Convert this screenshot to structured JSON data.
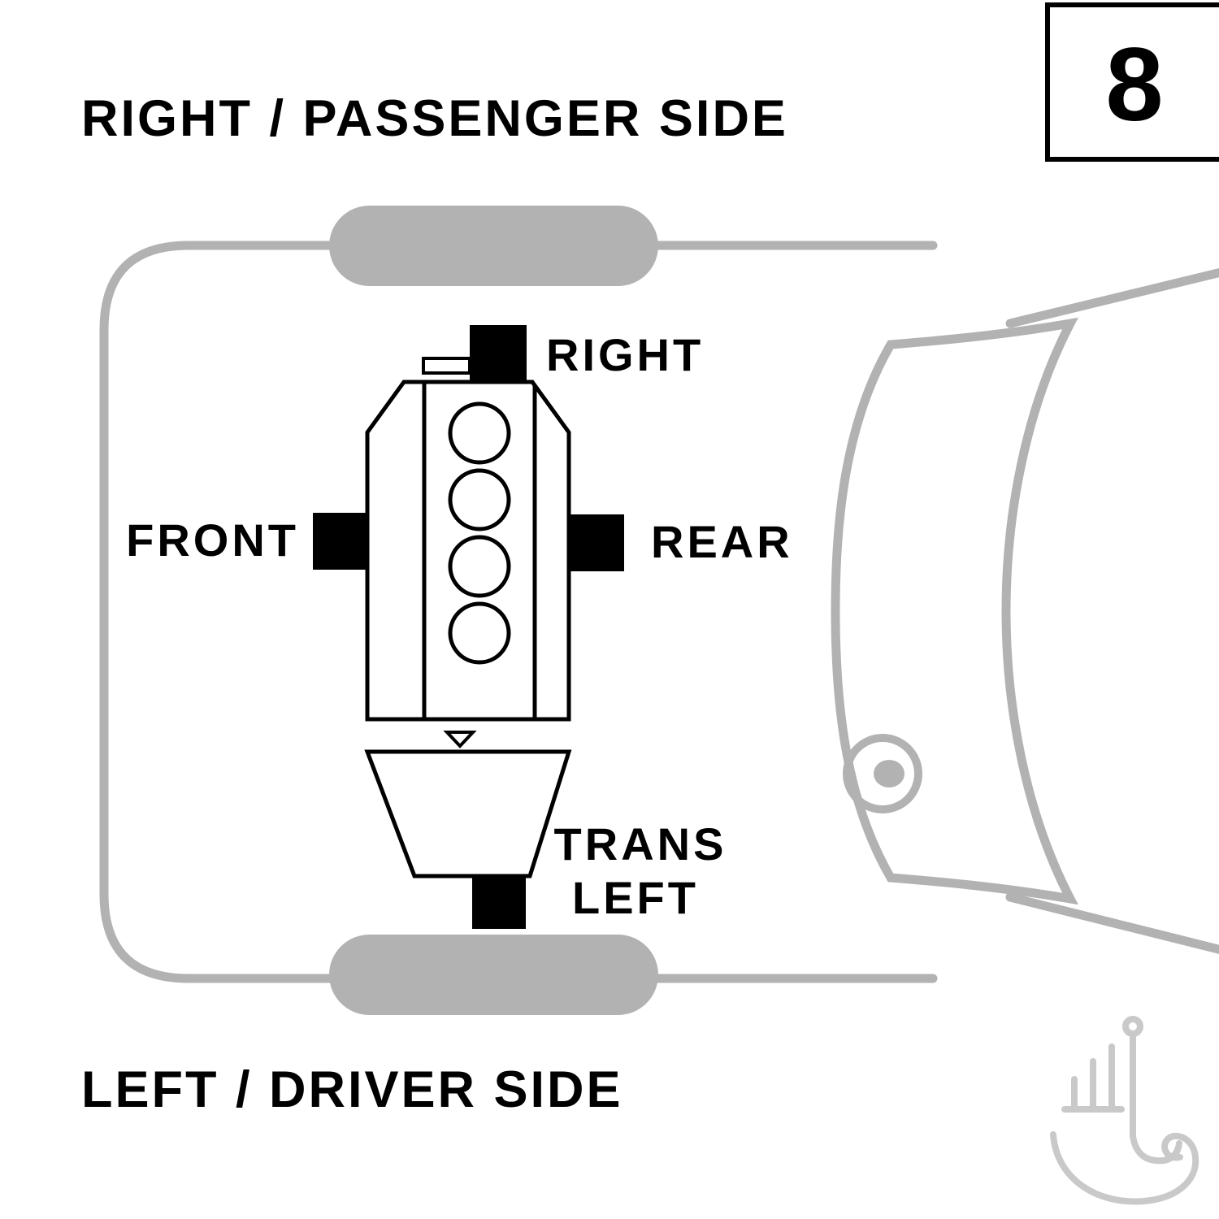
{
  "titles": {
    "top": "RIGHT / PASSENGER SIDE",
    "bottom": "LEFT / DRIVER SIDE"
  },
  "page_number": "8",
  "mount_labels": {
    "right": "RIGHT",
    "front": "FRONT",
    "rear": "REAR",
    "trans_line1": "TRANS",
    "trans_line2": "LEFT"
  },
  "colors": {
    "background": "#ffffff",
    "car_outline": "#b2b2b2",
    "tire_fill": "#b2b2b2",
    "engine_outline": "#000000",
    "engine_fill": "#ffffff",
    "mount_fill": "#000000",
    "text": "#000000",
    "watermark": "#c9c9c9"
  }
}
